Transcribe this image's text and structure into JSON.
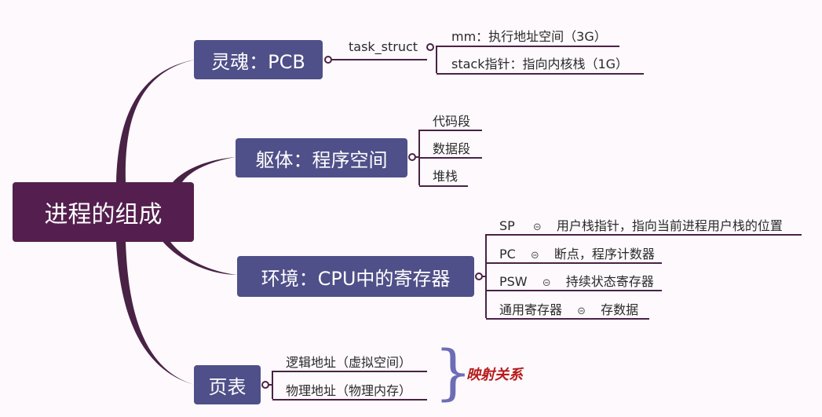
{
  "root": {
    "label": "进程的组成"
  },
  "branches": {
    "soul": {
      "label": "灵魂：PCB",
      "struct_label": "task_struct",
      "items": [
        "mm：执行地址空间（3G）",
        "stack指针：指向内核栈（1G）"
      ]
    },
    "body": {
      "label": "躯体：程序空间",
      "items": [
        "代码段",
        "数据段",
        "堆栈"
      ]
    },
    "env": {
      "label": "环境：CPU中的寄存器",
      "items": [
        {
          "name": "SP",
          "desc": "用户栈指针，指向当前进程用户栈的位置"
        },
        {
          "name": "PC",
          "desc": "断点，程序计数器"
        },
        {
          "name": "PSW",
          "desc": "持续状态寄存器"
        },
        {
          "name": "通用寄存器",
          "desc": "存数据"
        }
      ]
    },
    "page": {
      "label": "页表",
      "items": [
        "逻辑地址（虚拟空间）",
        "物理地址（物理内存）"
      ],
      "mapping_label": "映射关系"
    }
  },
  "colors": {
    "root": "#541f4e",
    "branch": "#4f4f89",
    "connector": "#4a2246",
    "bracket": "#6d6db6",
    "mapping": "#b61c1c"
  }
}
